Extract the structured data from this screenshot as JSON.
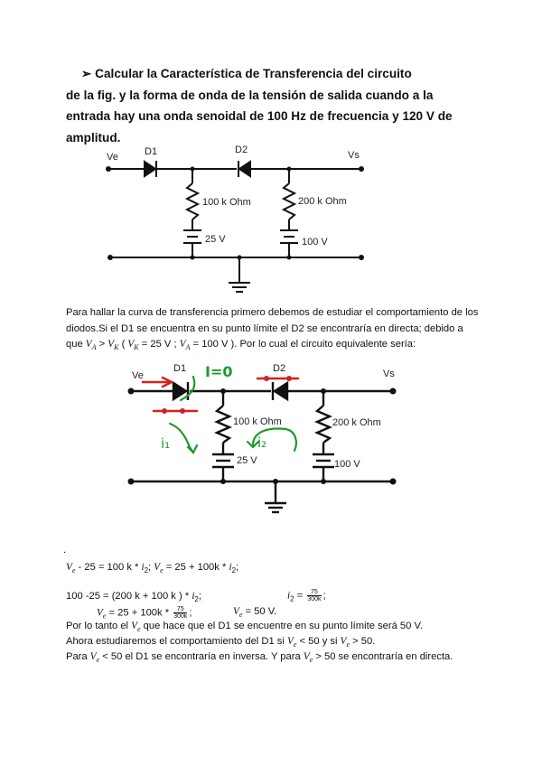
{
  "heading": {
    "bullet": "➢",
    "lines": [
      "Calcular la Característica de Transferencia del circuito",
      "de la fig. y la forma de onda de la tensión de salida cuando a la",
      "entrada hay una onda senoidal de 100 Hz de frecuencia y 120 V de",
      "amplitud."
    ]
  },
  "circuit1": {
    "ve": "Ve",
    "vs": "Vs",
    "d1": "D1",
    "d2": "D2",
    "r1": "100 k Ohm",
    "r2": "200 k Ohm",
    "b1": "25 V",
    "b2": "100 V"
  },
  "para": {
    "line1": "Para hallar la curva de transferencia primero debemos de estudiar el comportamiento de los",
    "line2": "diodos.Si el D1 se encuentra en su punto límite el D2 se encontraría en directa; debido a",
    "line3_a": "que",
    "va": "V",
    "va_sub": "A",
    "gt": ">",
    "vk": "V",
    "vk_sub": "K",
    "paren": "(",
    "vk2_eq": "= 25 V ;",
    "va2_eq": "= 100 V ). Por lo cual el circuito equivalente sería:"
  },
  "circuit2": {
    "ve": "Ve",
    "vs": "Vs",
    "d1": "D1",
    "d2": "D2",
    "r1": "100 k Ohm",
    "r2": "200 k Ohm",
    "b1": "25 V",
    "b2": "100 V",
    "annot_i0": "I=0",
    "annot_i1": "i₁",
    "annot_i2": "i₂",
    "ink_green": "#1f9a2e",
    "ink_red": "#d42020"
  },
  "equations": {
    "dot": ".",
    "e1_a": "- 25 = 100 k *",
    "e1_b": ";",
    "e1_c": "= 25 + 100k *",
    "e1_d": ";",
    "e2_a": "100 -25 =  (200 k + 100 k ) *",
    "e2_b": ";",
    "e2_c": "=",
    "frac_num": "75",
    "frac_den": "300k",
    "e2_d": ";",
    "e3_a": "= 25 + 100k *",
    "e3_b": ";",
    "e3_c": "= 50 V.",
    "l4_a": "Por lo tanto el",
    "l4_b": "que hace que el D1 se encuentre en su punto límite será 50 V.",
    "l5_a": "Ahora estudiaremos el comportamiento del D1 si",
    "l5_b": "< 50 y si",
    "l5_c": "> 50.",
    "l6_a": "Para",
    "l6_b": "< 50 el D1 se encontraría en inversa. Y para",
    "l6_c": "> 50 se encontraría en directa.",
    "V": "V",
    "e": "e",
    "i": "i",
    "two": "2"
  }
}
